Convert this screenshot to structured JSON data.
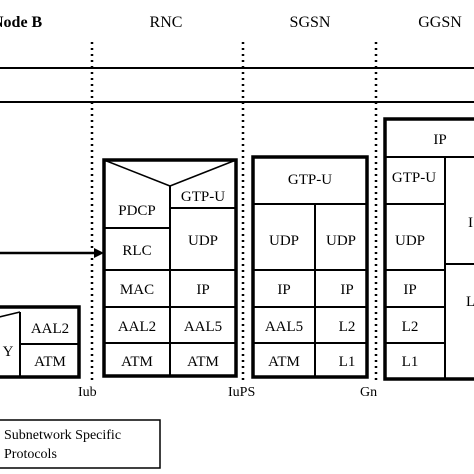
{
  "nodes": {
    "node_b": "Node B",
    "rnc": "RNC",
    "sgsn": "SGSN",
    "ggsn": "GGSN"
  },
  "interfaces": {
    "iub": "Iub",
    "iups": "IuPS",
    "gn": "Gn"
  },
  "node_b_stack": [
    "Y",
    "AAL2",
    "ATM"
  ],
  "rnc_stack": {
    "left": [
      "PDCP",
      "RLC",
      "MAC",
      "AAL2",
      "ATM"
    ],
    "right": [
      "GTP-U",
      "UDP",
      "IP",
      "AAL5",
      "ATM"
    ]
  },
  "sgsn_stack": {
    "top": "GTP-U",
    "left": [
      "UDP",
      "IP",
      "AAL5",
      "ATM"
    ],
    "right": [
      "UDP",
      "IP",
      "L2",
      "L1"
    ]
  },
  "ggsn_stack": {
    "top": "IP",
    "left": [
      "GTP-U",
      "UDP",
      "IP",
      "L2",
      "L1"
    ],
    "right_partial": [
      "I",
      "L"
    ]
  },
  "legend": {
    "line1": "Subnetwork Specific",
    "line2": "Protocols"
  },
  "colors": {
    "ink": "#000000",
    "background": "#ffffff"
  }
}
